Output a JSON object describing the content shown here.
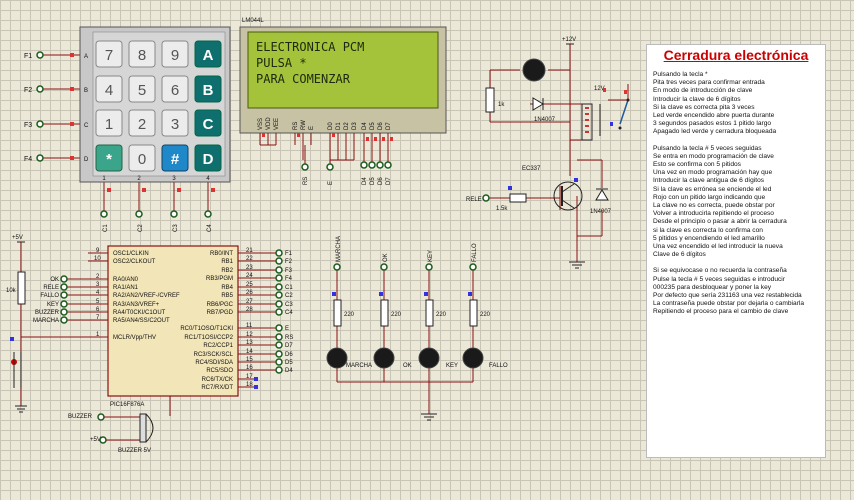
{
  "keypad": {
    "rows": [
      {
        "pin": "F1",
        "letter": "A",
        "keys": [
          "7",
          "8",
          "9",
          "A"
        ]
      },
      {
        "pin": "F2",
        "letter": "B",
        "keys": [
          "4",
          "5",
          "6",
          "B"
        ]
      },
      {
        "pin": "F3",
        "letter": "C",
        "keys": [
          "1",
          "2",
          "3",
          "C"
        ]
      },
      {
        "pin": "F4",
        "letter": "D",
        "keys": [
          "*",
          "0",
          "#",
          "D"
        ]
      }
    ],
    "col_numbers": [
      "1",
      "2",
      "3",
      "4"
    ],
    "col_pins": [
      "C1",
      "C2",
      "C3",
      "C4"
    ]
  },
  "lcd": {
    "name": "LM044L",
    "lines": [
      "ELECTRONICA PCM",
      "PULSA *",
      "PARA COMENZAR"
    ],
    "pins": [
      "VSS",
      "VDD",
      "VEE",
      "RS",
      "RW",
      "E",
      "D0",
      "D1",
      "D2",
      "D3",
      "D4",
      "D5",
      "D6",
      "D7"
    ],
    "bottom_labels": [
      "RS",
      "E",
      "D4",
      "D5",
      "D6",
      "D7"
    ]
  },
  "mcu": {
    "name": "PIC16F876A",
    "left_pins": [
      {
        "num": "9",
        "label": "OSC1/CLKIN"
      },
      {
        "num": "10",
        "label": "OSC2/CLKOUT"
      },
      {
        "num": "2",
        "label": "RA0/AN0"
      },
      {
        "num": "3",
        "label": "RA1/AN1"
      },
      {
        "num": "4",
        "label": "RA2/AN2/VREF-/CVREF"
      },
      {
        "num": "5",
        "label": "RA3/AN3/VREF+"
      },
      {
        "num": "6",
        "label": "RA4/T0CKI/C1OUT"
      },
      {
        "num": "7",
        "label": "RA5/AN4/SS/C2OUT"
      },
      {
        "num": "1",
        "label": "MCLR/Vpp/THV"
      }
    ],
    "left_nets": [
      "OK",
      "RELE",
      "FALLO",
      "KEY",
      "BUZZER",
      "MARCHA"
    ],
    "right_pins_b": [
      {
        "num": "21",
        "label": "RB0/INT",
        "net": "F1"
      },
      {
        "num": "22",
        "label": "RB1",
        "net": "F2"
      },
      {
        "num": "23",
        "label": "RB2",
        "net": "F3"
      },
      {
        "num": "24",
        "label": "RB3/PGM",
        "net": "F4"
      },
      {
        "num": "25",
        "label": "RB4",
        "net": "C1"
      },
      {
        "num": "26",
        "label": "RB5",
        "net": "C2"
      },
      {
        "num": "27",
        "label": "RB6/PGC",
        "net": "C3"
      },
      {
        "num": "28",
        "label": "RB7/PGD",
        "net": "C4"
      }
    ],
    "right_pins_c": [
      {
        "num": "11",
        "label": "RC0/T1OSO/T1CKI",
        "net": "E"
      },
      {
        "num": "12",
        "label": "RC1/T1OSI/CCP2",
        "net": "RS"
      },
      {
        "num": "13",
        "label": "RC2/CCP1",
        "net": "D7"
      },
      {
        "num": "14",
        "label": "RC3/SCK/SCL",
        "net": "D6"
      },
      {
        "num": "15",
        "label": "RC4/SDI/SDA",
        "net": "D5"
      },
      {
        "num": "16",
        "label": "RC5/SDO",
        "net": "D4"
      },
      {
        "num": "17",
        "label": "RC6/TX/CK",
        "net": ""
      },
      {
        "num": "18",
        "label": "RC7/RX/DT",
        "net": ""
      }
    ]
  },
  "power": {
    "vcc_left": "+5V",
    "vcc_relay": "+12V",
    "relay_v": "12V"
  },
  "components": {
    "r10k": "10k",
    "r1k": "1k",
    "r15k": "1.5k",
    "diode1": "1N4007",
    "diode2": "1N4007",
    "transistor": "EC337",
    "rele_label": "RELE",
    "buzzer_label": "BUZZER",
    "buzzer_5v_net": "+5V",
    "buzzer_name": "BUZZER 5V"
  },
  "leds": {
    "top_labels": [
      "MARCHA",
      "OK",
      "KEY",
      "FALLO"
    ],
    "resistor": "220",
    "bottom_labels": [
      "MARCHA",
      "OK",
      "KEY",
      "FALLO"
    ]
  },
  "note": {
    "title": "Cerradura electrónica",
    "paragraphs": [
      [
        "Pulsando la tecla *",
        "Pita tres veces para confirmar entrada",
        "En modo de introducción de clave",
        "Introducir la clave de 6 dígitos",
        "Si la clave es correcta pita 3 veces",
        "Led verde encendido abre puerta durante",
        "3 segundos pasados estos 1 pitido largo",
        "Apagado led verde y cerradura bloqueada"
      ],
      [
        "Pulsando la tecla # 5 veces seguidas",
        "Se entra en modo programación de clave",
        "Esto se confirma con 5 pitidos",
        "Una vez en modo programación hay que",
        "Introducir la clave antigua de 6 dígitos",
        "Si la clave es errónea se enciende el led",
        "Rojo con un pitido largo indicando que",
        "La clave no es correcta, puede obstar por",
        "Volver a introducirla repitiendo el proceso",
        "Desde el principio o pasar a abrir la cerradura",
        "si la clave es correcta lo confirma con",
        "5 pitidos y encendiendo el led amarillo",
        "Una vez encendido el led introducir la nueva",
        "Clave de 6 dígitos"
      ],
      [
        "Si se equivocase o no recuerda la contraseña",
        "Pulse la tecla # 5 veces seguidas e introducir",
        "000235 para desbloquear y poner la key",
        "Por defecto que sería 231163 una vez restablecida",
        "La contraseña puede obstar por dejarla o cambiarla",
        "Repitiendo el proceso para el cambio de clave"
      ]
    ]
  }
}
